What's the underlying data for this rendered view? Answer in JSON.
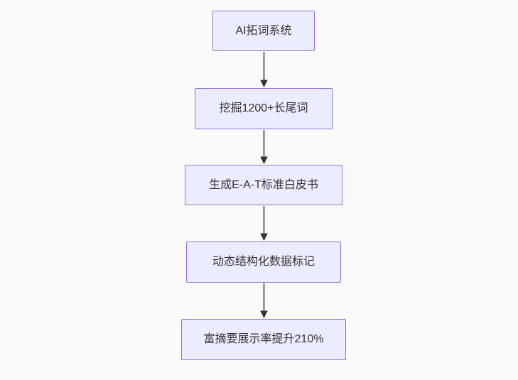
{
  "diagram": {
    "type": "flowchart",
    "direction": "top-down",
    "nodes": [
      {
        "id": "1",
        "label": "AI拓词系统"
      },
      {
        "id": "2",
        "label": "挖掘1200+长尾词"
      },
      {
        "id": "3",
        "label": "生成E-A-T标准白皮书"
      },
      {
        "id": "4",
        "label": "动态结构化数据标记"
      },
      {
        "id": "5",
        "label": "富摘要展示率提升210%"
      }
    ],
    "edges": [
      {
        "from": "1",
        "to": "2"
      },
      {
        "from": "2",
        "to": "3"
      },
      {
        "from": "3",
        "to": "4"
      },
      {
        "from": "4",
        "to": "5"
      }
    ],
    "colors": {
      "node_fill": "#ECECFF",
      "node_border": "#9370DB",
      "arrow": "#333333",
      "text": "#333333",
      "background": "#fafafa"
    }
  }
}
